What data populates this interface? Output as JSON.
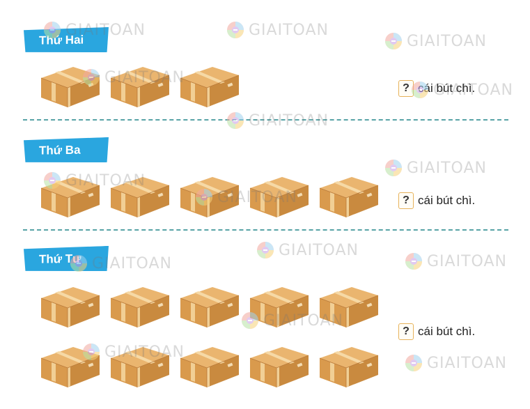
{
  "days": [
    {
      "label": "Thứ Hai",
      "box_count": 3,
      "answer_mark": "?",
      "answer_text": "cái bút chì."
    },
    {
      "label": "Thứ Ba",
      "box_count": 5,
      "answer_mark": "?",
      "answer_text": "cái bút chì."
    },
    {
      "label": "Thứ Tư",
      "box_count": 10,
      "answer_mark": "?",
      "answer_text": "cái bút chì."
    }
  ],
  "watermark": {
    "text": "GIAITOAN"
  },
  "colors": {
    "label_bg": "#2aa6df",
    "box_top": "#e9b06a",
    "box_side": "#c98a3f",
    "box_front": "#d99a4d",
    "tape": "#f3d39b",
    "divider": "#57a3a6",
    "question_border": "#e7b25a"
  }
}
